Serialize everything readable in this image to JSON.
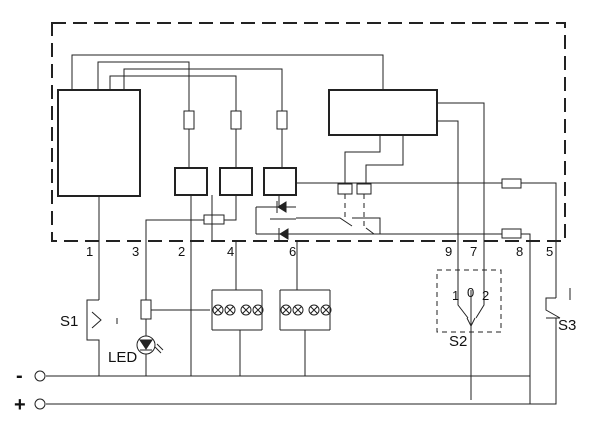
{
  "terminals": {
    "t1": "1",
    "t3": "3",
    "t2": "2",
    "t4": "4",
    "t6": "6",
    "t9": "9",
    "t7": "7",
    "t8": "8",
    "t5": "5"
  },
  "components": {
    "s1": "S1",
    "led": "LED",
    "s2": "S2",
    "s3": "S3"
  },
  "selector_positions": {
    "p1": "1",
    "p0": "0",
    "p2": "2"
  },
  "supply": {
    "negative": "-",
    "positive": "+"
  },
  "icons": {
    "lamp": "lamp-icon",
    "diode": "diode-icon",
    "resistor": "resistor-icon",
    "relay": "relay-coil-icon",
    "switch": "switch-icon"
  }
}
